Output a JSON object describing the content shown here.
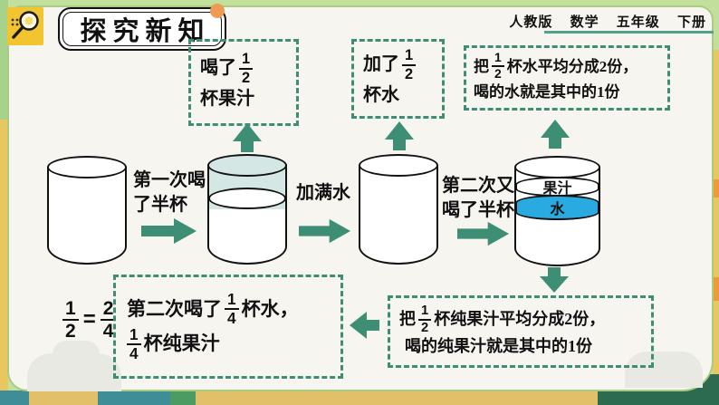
{
  "header": {
    "title": "探究新知",
    "edition": "人教版",
    "subject": "数学",
    "grade": "五年级",
    "volume": "下册"
  },
  "callout_drank_juice": {
    "prefix": "喝了",
    "num": "1",
    "den": "2",
    "line2": "杯果汁"
  },
  "callout_added_water": {
    "prefix": "加了",
    "num": "1",
    "den": "2",
    "line2": "杯水"
  },
  "callout_water_split": {
    "prefix": "把",
    "num": "1",
    "den": "2",
    "line1_rest": "杯水平均分成2份，",
    "line2": "喝的水就是其中的1份"
  },
  "callout_second_drink": {
    "line1_pre": "第二次喝了",
    "frac1_num": "1",
    "frac1_den": "4",
    "line1_rest": "杯水，",
    "frac2_num": "1",
    "frac2_den": "4",
    "line2_rest": "杯纯果汁"
  },
  "callout_juice_split": {
    "prefix": "把",
    "num": "1",
    "den": "2",
    "line1_rest": "杯纯果汁平均分成2份，",
    "line2": "喝的纯果汁就是其中的1份"
  },
  "steps": {
    "step1_line1": "第一次喝",
    "step1_line2": "了半杯",
    "step2": "加满水",
    "step3_line1": "第二次又",
    "step3_line2": "喝了半杯"
  },
  "cup4": {
    "juice": "果汁",
    "water": "水"
  },
  "equation": {
    "lhs_num": "1",
    "lhs_den": "2",
    "equals": "=",
    "rhs_num": "2",
    "rhs_den": "4"
  },
  "colors": {
    "accent_teal": "#3E8E75",
    "water_blue": "#29ABE2",
    "cup_liquid_teal": "#D5E7E4",
    "icon_bg_yellow": "#F2C42F",
    "dot_orange": "#EF9A55",
    "header_rule_teal": "#54A08E",
    "frame_green": "#A6D28C",
    "frame_yellow": "#E8C75F",
    "footer_dark_green": "#2D6B50"
  }
}
